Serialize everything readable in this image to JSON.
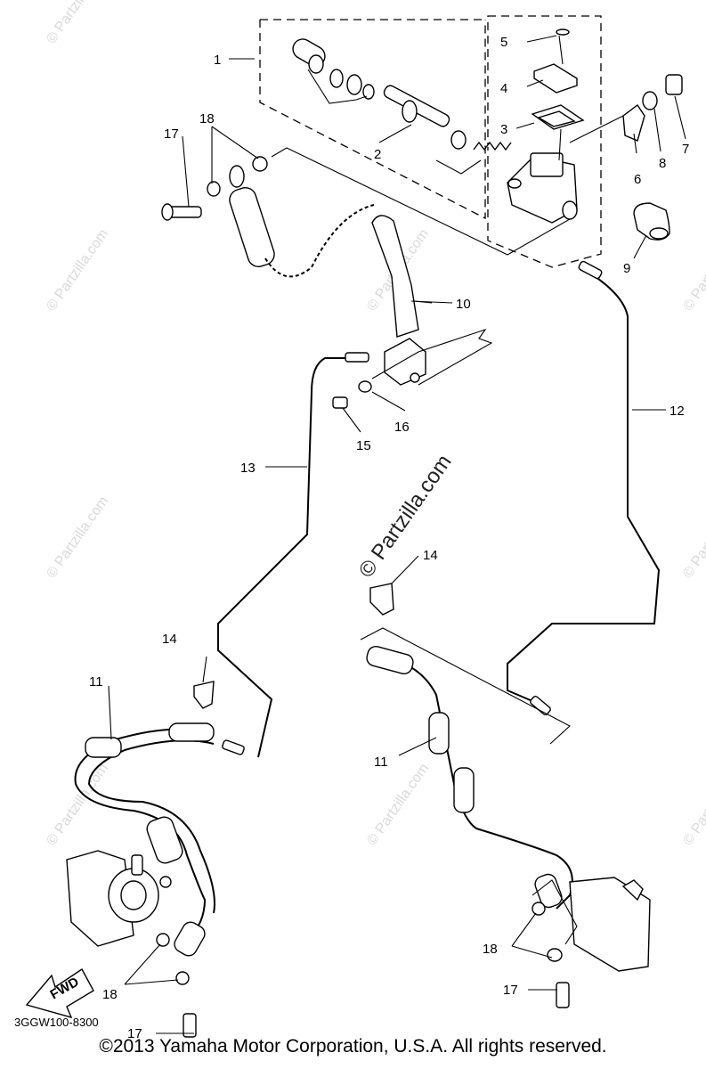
{
  "part_labels": {
    "p1": "1",
    "p2": "2",
    "p3": "3",
    "p4": "4",
    "p5": "5",
    "p6": "6",
    "p7": "7",
    "p8": "8",
    "p9": "9",
    "p10": "10",
    "p11a": "11",
    "p11b": "11",
    "p12": "12",
    "p13": "13",
    "p14a": "14",
    "p14b": "14",
    "p15": "15",
    "p16": "16",
    "p17a": "17",
    "p17b": "17",
    "p17c": "17",
    "p18a": "18",
    "p18b": "18",
    "p18c": "18"
  },
  "watermark": {
    "text": "© Partzilla.com"
  },
  "fwd_label": "FWD",
  "diagram_code": "3GGW100-8300",
  "copyright": "©2013 Yamaha Motor Corporation, U.S.A. All rights reserved."
}
